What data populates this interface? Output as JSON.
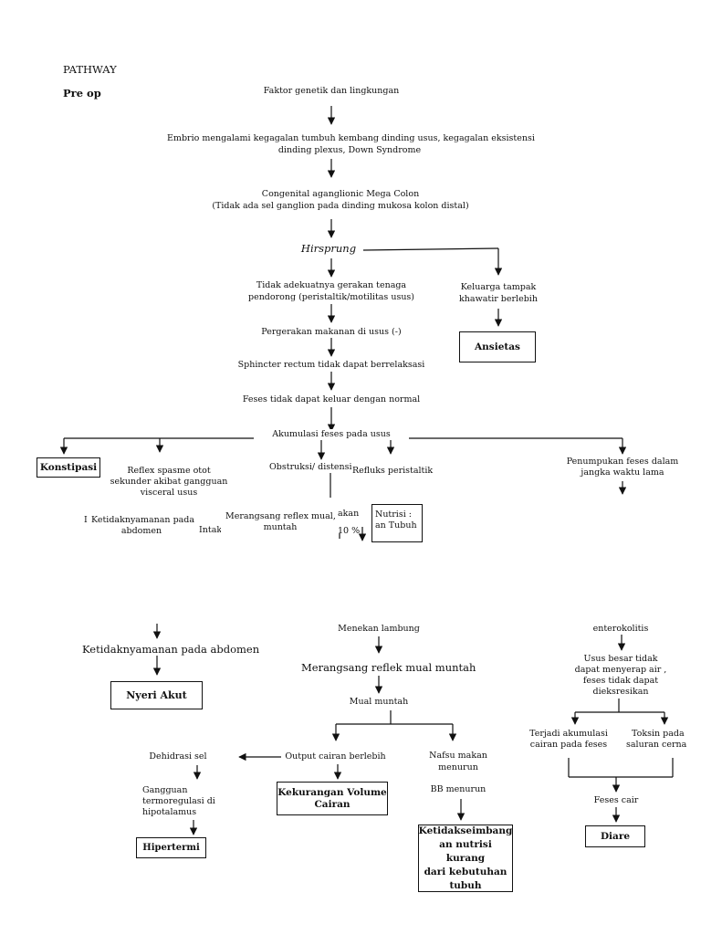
{
  "header": {
    "title": "PATHWAY",
    "section": "Pre op"
  },
  "nodes": {
    "genetic": "Faktor genetik dan lingkungan",
    "embrio_1": "Embrio mengalami kegagalan tumbuh kembang dinding usus, kegagalan eksistensi",
    "embrio_2": "dinding plexus, Down Syndrome",
    "congenital_1": "Congenital aganglionic Mega Colon",
    "congenital_2": "(Tidak ada sel ganglion pada dinding mukosa kolon distal)",
    "hirsprung": "Hirsprung",
    "tidak_adekuat_1": "Tidak adekuatnya gerakan tenaga",
    "tidak_adekuat_2": "pendorong (peristaltik/motilitas usus)",
    "keluarga_1": "Keluarga tampak",
    "keluarga_2": "khawatir berlebih",
    "ansietas": "Ansietas",
    "pergerakan": "Pergerakan makanan di usus (-)",
    "sphincter": "Sphincter rectum tidak dapat berrelaksasi",
    "feses_tidak": "Feses tidak dapat keluar dengan normal",
    "akumulasi": "Akumulasi feses pada usus",
    "konstipasi": "Konstipasi",
    "reflex_1": "Reflex spasme otot",
    "reflex_2": "sekunder akibat gangguan",
    "reflex_3": "visceral usus",
    "obstruksi": "Obstruksi/ distensi",
    "refluks": "Refluks peristaltik",
    "penumpukan_1": "Penumpukan feses dalam",
    "penumpukan_2": "jangka waktu lama",
    "ketidak_top_1": "Ketidaknyamanan pada",
    "ketidak_top_2": "abdomen",
    "ketidak_top_mark": "I",
    "intake": "Intake",
    "merangsang_top_1": "Merangsang reflex mual,",
    "merangsang_top_2": "muntah",
    "akan": "akan",
    "persen": "10 %",
    "nutrisi_1": "Nutrisi :",
    "nutrisi_2": "an Tubuh",
    "ketidak_bottom": "Ketidaknyamanan pada abdomen",
    "nyeri": "Nyeri Akut",
    "menekan": "Menekan lambung",
    "merangsang_bottom": "Merangsang reflek mual muntah",
    "mual": "Mual muntah",
    "output": "Output cairan berlebih",
    "dehidrasi": "Dehidrasi sel",
    "gangguan_1": "Gangguan",
    "gangguan_2": "termoregulasi di",
    "gangguan_3": "hipotalamus",
    "hipertermi": "Hipertermi",
    "kekurangan_1": "Kekurangan Volume",
    "kekurangan_2": "Cairan",
    "nafsu_1": "Nafsu makan",
    "nafsu_2": "menurun",
    "bb": "BB menurun",
    "ketidakseimbangan_1": "Ketidakseimbang",
    "ketidakseimbangan_2": "an nutrisi kurang",
    "ketidakseimbangan_3": "dari kebutuhan",
    "ketidakseimbangan_4": "tubuh",
    "enterokolitis": "enterokolitis",
    "usus_1": "Usus besar tidak",
    "usus_2": "dapat menyerap air ,",
    "usus_3": "feses tidak dapat",
    "usus_4": "dieksresikan",
    "terjadi_1": "Terjadi akumulasi",
    "terjadi_2": "cairan pada feses",
    "toksin_1": "Toksin pada",
    "toksin_2": "saluran cerna",
    "feses_cair": "Feses cair",
    "diare": "Diare"
  }
}
